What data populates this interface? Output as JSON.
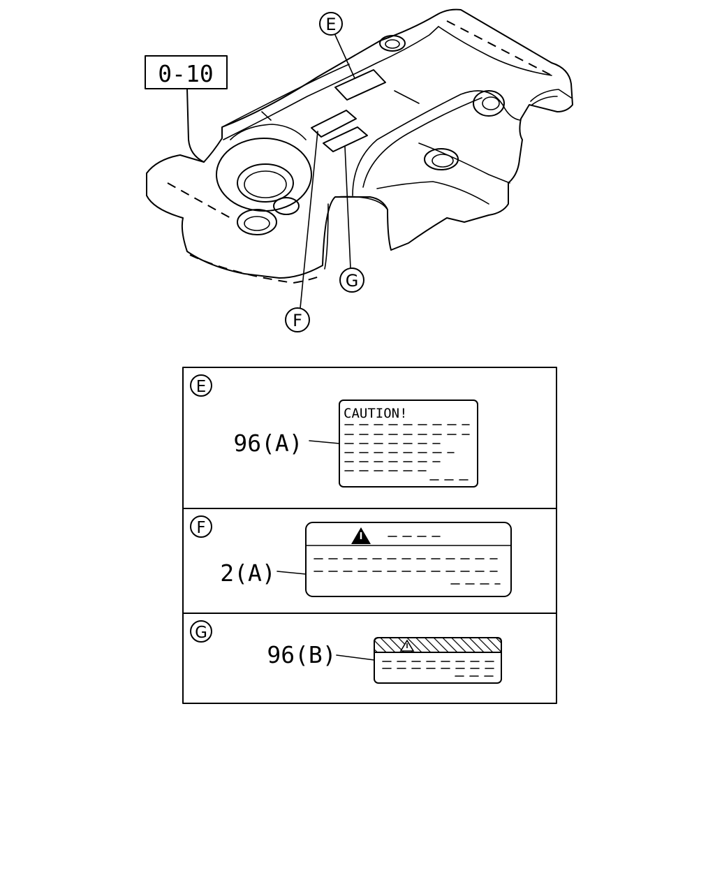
{
  "figure": {
    "part_ref": "0-10",
    "callouts": [
      "E",
      "F",
      "G"
    ]
  },
  "panels": [
    {
      "id": "E",
      "part_label": "96(A)",
      "label_heading": "CAUTION!"
    },
    {
      "id": "F",
      "part_label": "2(A)"
    },
    {
      "id": "G",
      "part_label": "96(B)"
    }
  ],
  "icons": {
    "warning_sign": "warning-triangle-icon",
    "hatched_band": "hatched-header-icon"
  }
}
